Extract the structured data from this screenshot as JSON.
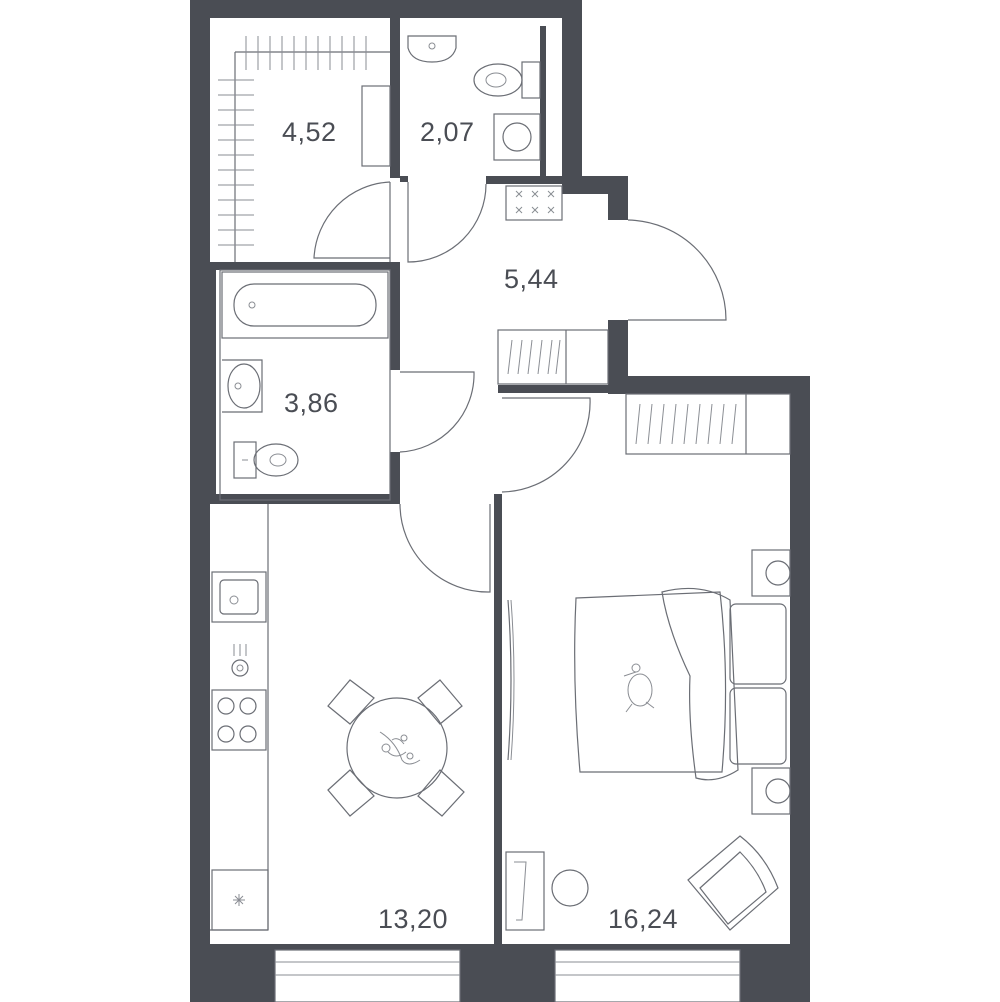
{
  "rooms": [
    {
      "id": "wardrobe",
      "area": "4,52"
    },
    {
      "id": "wc",
      "area": "2,07"
    },
    {
      "id": "hall",
      "area": "5,44"
    },
    {
      "id": "bathroom",
      "area": "3,86"
    },
    {
      "id": "kitchen-living",
      "area": "13,20"
    },
    {
      "id": "bedroom",
      "area": "16,24"
    }
  ],
  "colors": {
    "wall": "#4a4d54",
    "furniture": "#6b6e75",
    "background": "#ffffff"
  }
}
